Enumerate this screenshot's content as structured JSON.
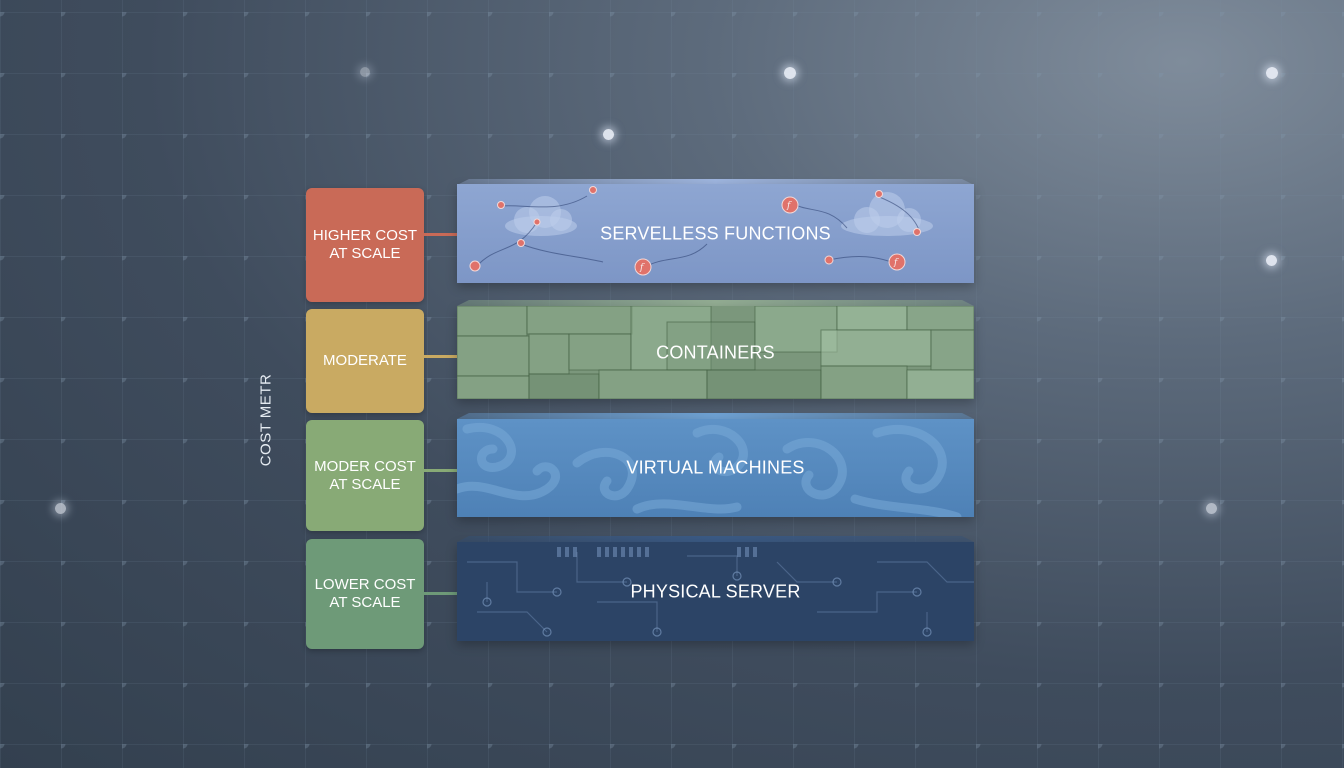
{
  "diagram": {
    "meter_label": "COST METR",
    "levels": [
      {
        "layer": "SERVELLESS FUNCTIONS",
        "cost": "HIGHER COST\nAT SCALE",
        "cost_color": "#c96a57",
        "layer_color": "#8ea6d2"
      },
      {
        "layer": "CONTAINERS",
        "cost": "MODERATE",
        "cost_color": "#c9aa62",
        "layer_color": "#7b977c"
      },
      {
        "layer": "VIRTUAL MACHINES",
        "cost": "MODER COST\nAT SCALE",
        "cost_color": "#88aa76",
        "layer_color": "#5e92c6"
      },
      {
        "layer": "PHYSICAL SERVER",
        "cost": "LOWER COST\nAT SCALE",
        "cost_color": "#6e9a78",
        "layer_color": "#2c4466"
      }
    ]
  }
}
